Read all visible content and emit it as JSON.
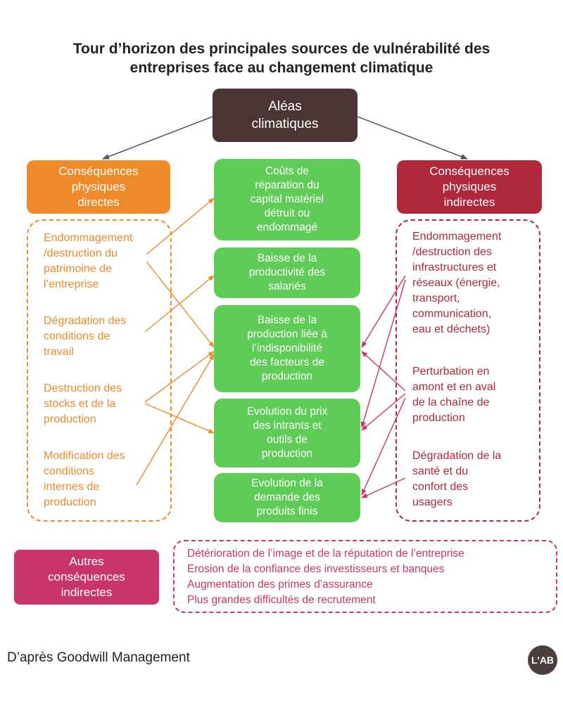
{
  "title": "Tour d’horizon des principales sources de vulnérabilité des\nentreprises face au changement climatique",
  "aleas": "Aléas\nclimatiques",
  "left_header": "Conséquences\nphysiques\ndirectes",
  "right_header": "Conséquences\nphysiques\nindirectes",
  "impacts": [
    "Coûts de\nréparation du\ncapital matériel\ndétruit ou\nendommagé",
    "Baisse de la\nproductivité des\nsalariés",
    "Baisse de la\nproduction liée à\nl’indisponibilité\ndes facteurs de\nproduction",
    "Evolution du prix\ndes intrants et\noutils de\nproduction",
    "Evolution de la\ndemande des\nproduits finis"
  ],
  "left_items": [
    "Endommagement\n/destruction du\npatrimoine de\nl’entreprise",
    "Dégradation des\nconditions de\ntravail",
    "Destruction des\nstocks et de la\nproduction",
    "Modification des\nconditions\ninternes de\nproduction"
  ],
  "right_items": [
    "Endommagement\n/destruction des\ninfrastructures et\nréseaux (énergie,\ntransport,\ncommunication,\neau et déchets)",
    "Perturbation en\namont et en aval\nde la chaîne de\nproduction",
    "Dégradation de la\nsanté et du\nconfort des\nusagers"
  ],
  "other_header": "Autres\nconséquences\nindirectes",
  "other_items": [
    "Détérioration de l’image et de la réputation de l’entreprise",
    "Erosion de la confiance des investisseurs et banques",
    "Augmentation des primes d’assurance",
    "Plus grandes difficultés de recrutement"
  ],
  "credit": "D’après Goodwill Management",
  "logo_text": "L'AB",
  "colors": {
    "dark": "#4a3534",
    "orange": "#ee8a2a",
    "red": "#b0283b",
    "green": "#5fcc57",
    "pink": "#c9356a"
  }
}
